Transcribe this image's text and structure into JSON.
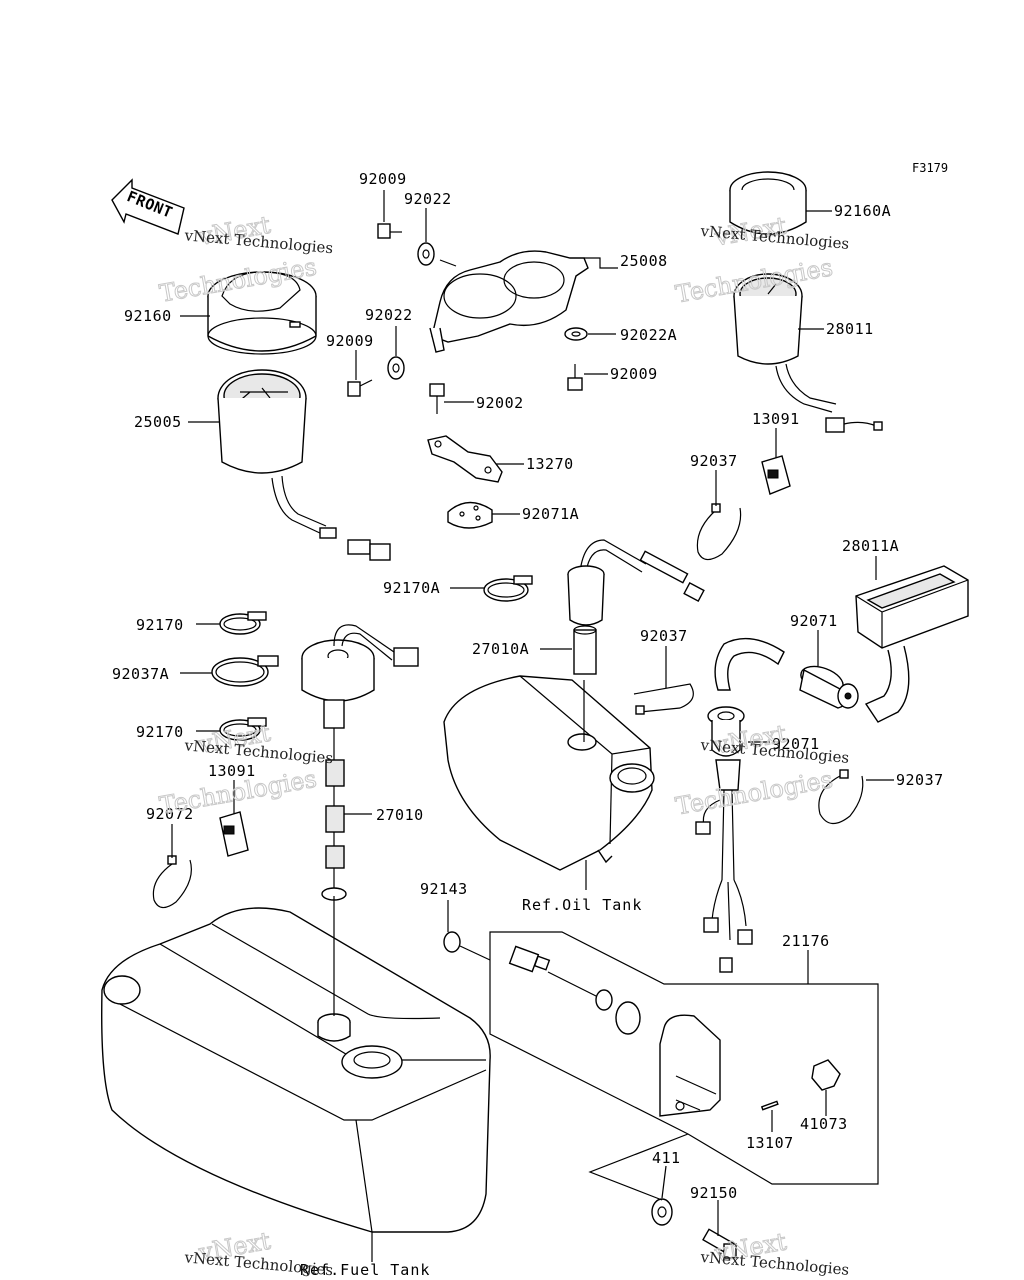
{
  "figure_code": "F3179",
  "front_label": "FRONT",
  "watermark": {
    "brand": "vNext Technologies",
    "word_top": "vNext",
    "word_bottom": "Technologies"
  },
  "references": {
    "fuel_tank": "Ref.Fuel Tank",
    "oil_tank": "Ref.Oil Tank"
  },
  "part_numbers": {
    "p92009_top": "92009",
    "p92022_top": "92022",
    "p25008": "25008",
    "p92022_mid": "92022",
    "p92009_mid": "92009",
    "p92022A": "92022A",
    "p92009_right": "92009",
    "p92002": "92002",
    "p13270": "13270",
    "p92071A": "92071A",
    "p92160": "92160",
    "p25005": "25005",
    "p92160A": "92160A",
    "p28011": "28011",
    "p13091_top": "13091",
    "p92037_top": "92037",
    "p28011A": "28011A",
    "p92170A": "92170A",
    "p27010A": "27010A",
    "p92037_mid": "92037",
    "p92071": "92071",
    "p92071_b": "92071",
    "p92037_right": "92037",
    "p92170_a": "92170",
    "p92037A": "92037A",
    "p92170_b": "92170",
    "p13091_left": "13091",
    "p92072": "92072",
    "p27010": "27010",
    "p92143": "92143",
    "p21176": "21176",
    "p41073": "41073",
    "p13107": "13107",
    "p411": "411",
    "p92150": "92150"
  }
}
